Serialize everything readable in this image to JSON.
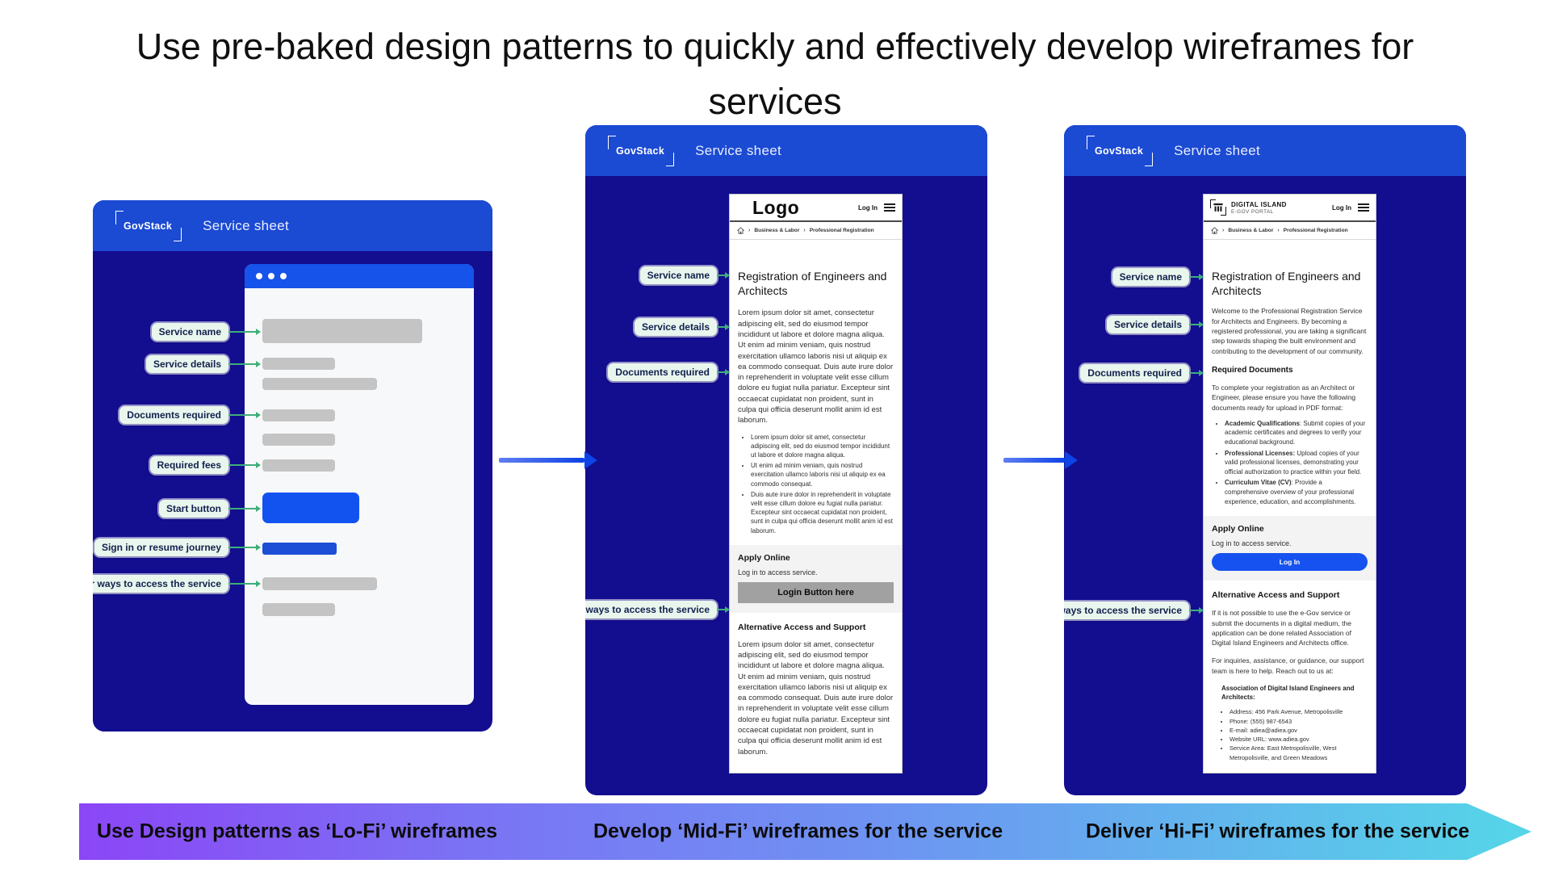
{
  "title": "Use pre-baked design patterns to quickly and effectively develop wireframes for services",
  "panel_header": {
    "logo": "GovStack",
    "title": "Service sheet"
  },
  "lofi": {
    "labels": [
      "Service name",
      "Service details",
      "Documents required",
      "Required fees",
      "Start button",
      "Sign in or resume journey",
      "Other ways to access the service"
    ]
  },
  "midfi": {
    "labels": [
      "Service name",
      "Service details",
      "Documents required",
      "Other ways to access the service"
    ],
    "phone": {
      "logo": "Logo",
      "login_link": "Log In",
      "breadcrumb": {
        "crumb1": "Business & Labor",
        "crumb2": "Professional Registration"
      },
      "title": "Registration of Engineers and Architects",
      "intro": "Lorem ipsum dolor sit amet, consectetur adipiscing elit, sed do eiusmod tempor incididunt ut labore et dolore magna aliqua. Ut enim ad minim veniam, quis nostrud exercitation ullamco laboris nisi ut aliquip ex ea commodo consequat. Duis aute irure dolor in reprehenderit in voluptate velit esse cillum dolore eu fugiat nulla pariatur. Excepteur sint occaecat cupidatat non proident, sunt in culpa qui officia deserunt mollit anim id est laborum.",
      "bullets": [
        "Lorem ipsum dolor sit amet, consectetur adipiscing elit, sed do eiusmod tempor incididunt ut labore et dolore magna aliqua.",
        "Ut enim ad minim veniam, quis nostrud exercitation ullamco laboris nisi ut aliquip ex ea commodo consequat.",
        "Duis aute irure dolor in reprehenderit in voluptate velit esse cillum dolore eu fugiat nulla pariatur. Excepteur sint occaecat cupidatat non proident, sunt in culpa qui officia deserunt mollit anim id est laborum."
      ],
      "apply": {
        "heading": "Apply Online",
        "text": "Log in to access service.",
        "button": "Login Button here"
      },
      "alt": {
        "heading": "Alternative Access and Support",
        "body": "Lorem ipsum dolor sit amet, consectetur adipiscing elit, sed do eiusmod tempor incididunt ut labore et dolore magna aliqua. Ut enim ad minim veniam, quis nostrud exercitation ullamco laboris nisi ut aliquip ex ea commodo consequat. Duis aute irure dolor in reprehenderit in voluptate velit esse cillum dolore eu fugiat nulla pariatur. Excepteur sint occaecat cupidatat non proident, sunt in culpa qui officia deserunt mollit anim id est laborum."
      }
    }
  },
  "hifi": {
    "labels": [
      "Service name",
      "Service details",
      "Documents required",
      "Other ways to access the service"
    ],
    "phone": {
      "org_name": "DIGITAL ISLAND",
      "org_tagline": "E-GOV PORTAL",
      "login_link": "Log In",
      "breadcrumb": {
        "crumb1": "Business & Labor",
        "crumb2": "Professional Registration"
      },
      "title": "Registration of Engineers and Architects",
      "intro": "Welcome to the Professional Registration Service for Architects and Engineers. By becoming a registered professional, you are taking a significant step towards shaping the built environment and contributing to the development of our community.",
      "docs": {
        "heading": "Required Documents",
        "intro": "To complete your registration as an Architect or Engineer, please ensure you have the following documents ready for upload in PDF format:",
        "bullets": [
          {
            "b": "Academic Qualifications",
            "t": ": Submit copies of your academic certificates and degrees to verify your educational background."
          },
          {
            "b": "Professional Licenses:",
            "t": " Upload copies of your valid professional licenses, demonstrating your official authorization to practice within your field."
          },
          {
            "b": "Curriculum Vitae (CV)",
            "t": ": Provide a comprehensive overview of your professional experience, education, and accomplishments."
          }
        ]
      },
      "apply": {
        "heading": "Apply Online",
        "text": "Log in to access service.",
        "button": "Log In"
      },
      "alt": {
        "heading": "Alternative Access and Support",
        "p1": "If it is not possible to use the e-Gov service or submit the documents in a digital medium, the application can be done related Association of Digital Island Engineers and Architects office.",
        "p2": "For inquiries, assistance, or guidance, our support team is here to help. Reach out to us at:",
        "org_heading": "Association of Digital Island Engineers and Architects:",
        "contacts": [
          "Address: 456 Park Avenue, Metropolisville",
          "Phone: (555) 987-6543",
          "E-mail: adiea@adiea.gov",
          "Website URL: www.adiea.gov",
          "Service Area: East Metropolisville, West Metropolisville, and Green Meadows"
        ]
      }
    }
  },
  "banner": {
    "steps": [
      "Use Design patterns as ‘Lo-Fi’ wireframes",
      "Develop ‘Mid-Fi’ wireframes for the service",
      "Deliver ‘Hi-Fi’ wireframes for the service"
    ]
  },
  "colors": {
    "header_blue": "#1b4ad3",
    "panel_navy": "#130d8f",
    "accent_blue": "#1253f0",
    "label_bg": "#e9f6ee",
    "connector_green": "#3fae7a",
    "banner_gradient": [
      "#8b46f6",
      "#6e93f2",
      "#55d6e8"
    ]
  }
}
